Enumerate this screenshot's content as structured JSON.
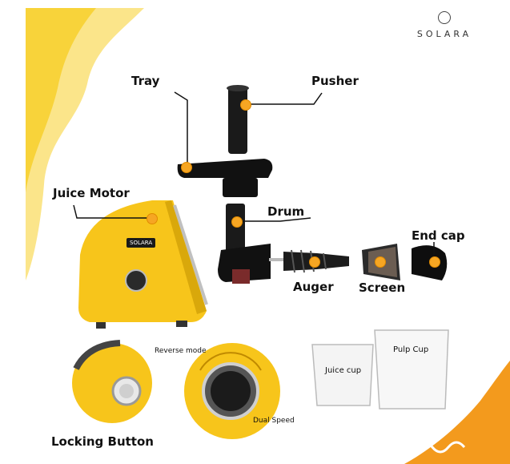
{
  "brand": {
    "name": "SOLARA",
    "badge": "SOLARA"
  },
  "labels": {
    "tray": "Tray",
    "pusher": "Pusher",
    "juice_motor": "Juice Motor",
    "drum": "Drum",
    "end_cap": "End cap",
    "auger": "Auger",
    "screen": "Screen",
    "reverse_mode": "Reverse mode",
    "dual_speed": "Dual Speed",
    "locking_button": "Locking Button",
    "juice_cup": "Juice cup",
    "pulp_cup": "Pulp Cup"
  },
  "colors": {
    "accent_yellow": "#f7c51b",
    "accent_orange": "#f39a1d",
    "marker": "#f6a623"
  }
}
